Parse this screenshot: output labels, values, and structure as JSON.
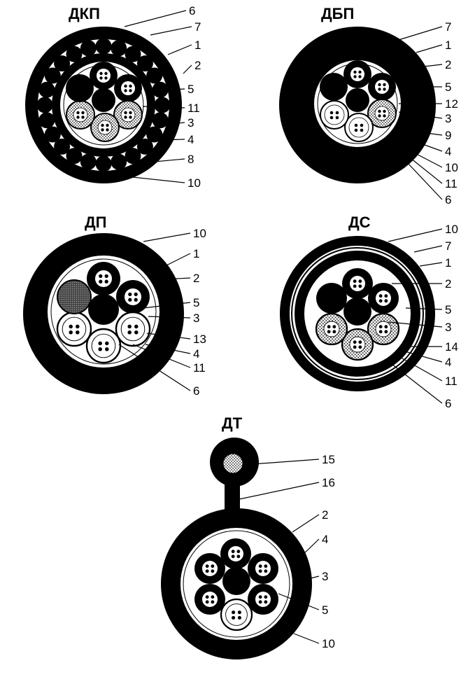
{
  "diagrams": [
    {
      "id": "dkp",
      "title": "ДКП",
      "labels": [
        "6",
        "7",
        "1",
        "2",
        "5",
        "11",
        "3",
        "4",
        "8",
        "10"
      ]
    },
    {
      "id": "dbp",
      "title": "ДБП",
      "labels": [
        "7",
        "1",
        "2",
        "5",
        "12",
        "3",
        "9",
        "4",
        "10",
        "11",
        "6"
      ]
    },
    {
      "id": "dp",
      "title": "ДП",
      "labels": [
        "10",
        "1",
        "2",
        "5",
        "3",
        "13",
        "4",
        "11",
        "6"
      ]
    },
    {
      "id": "ds",
      "title": "ДС",
      "labels": [
        "10",
        "7",
        "1",
        "2",
        "5",
        "3",
        "14",
        "4",
        "11",
        "6"
      ]
    },
    {
      "id": "dt",
      "title": "ДТ",
      "labels": [
        "15",
        "16",
        "2",
        "4",
        "3",
        "5",
        "10"
      ]
    }
  ]
}
